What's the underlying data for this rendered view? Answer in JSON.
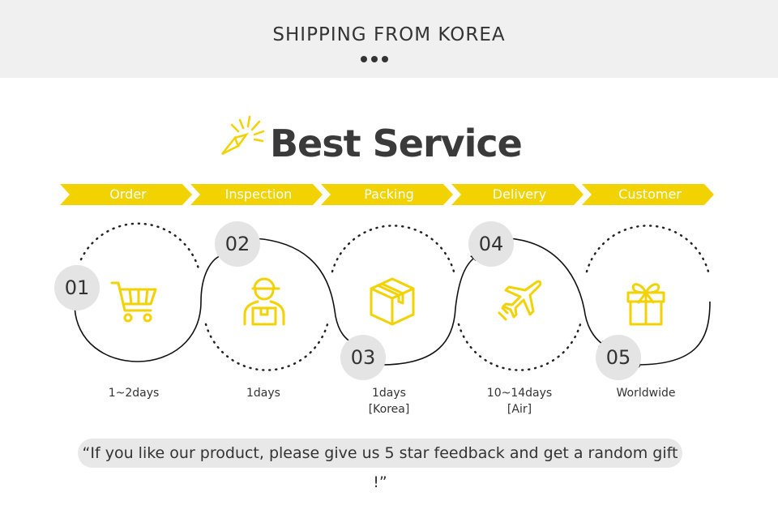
{
  "header": {
    "title": "SHIPPING FROM KOREA"
  },
  "main": {
    "title": "Best Service"
  },
  "colors": {
    "accent": "#f2d200",
    "banner_bg": "#f0f0f0",
    "badge_bg": "#e4e4e4"
  },
  "steps": [
    {
      "label": "Order",
      "number": "01",
      "duration": "1~2days",
      "duration2": "",
      "icon": "shopping-cart-icon"
    },
    {
      "label": "Inspection",
      "number": "02",
      "duration": "1days",
      "duration2": "",
      "icon": "delivery-person-icon"
    },
    {
      "label": "Packing",
      "number": "03",
      "duration": "1days",
      "duration2": "[Korea]",
      "icon": "box-icon"
    },
    {
      "label": "Delivery",
      "number": "04",
      "duration": "10~14days",
      "duration2": "[Air]",
      "icon": "airplane-icon"
    },
    {
      "label": "Customer",
      "number": "05",
      "duration": "Worldwide",
      "duration2": "",
      "icon": "gift-icon"
    }
  ],
  "footer": {
    "quote": "“If you like our product, please give us 5 star feedback and get a random gift !”"
  }
}
